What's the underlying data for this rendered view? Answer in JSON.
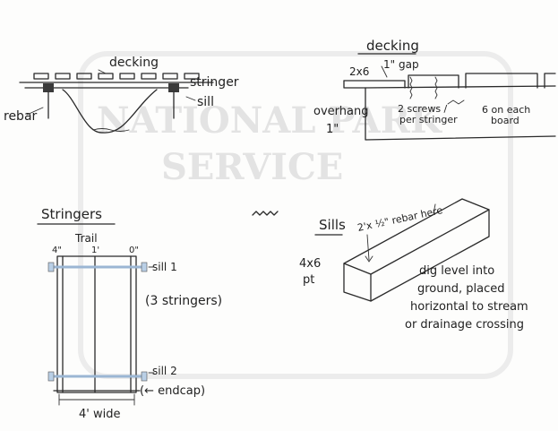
{
  "watermark": {
    "line1": "NATIONAL PARK",
    "line2": "SERVICE"
  },
  "cross_section": {
    "decking": "decking",
    "stringer": "stringer",
    "rebar": "rebar",
    "sill": "sill"
  },
  "decking_detail": {
    "title": "decking",
    "board": "2x6",
    "gap": "1\" gap",
    "overhang": "overhang",
    "overhang_size": "1\"",
    "screws_line1": "2 screws /",
    "screws_line2": "per stringer",
    "each_line1": "6 on each",
    "each_line2": "board"
  },
  "stringers": {
    "title": "Stringers",
    "trail": "Trail",
    "dim_left": "4\"",
    "dim_mid": "1'",
    "dim_right": "0\"",
    "sill1": "sill 1",
    "sill2": "sill 2",
    "count": "(3 stringers)",
    "endcap": "(← endcap)",
    "width": "4' wide"
  },
  "sills": {
    "title": "Sills",
    "rebar": "2'x ½\" rebar here",
    "size": "4x6",
    "treat": "pt",
    "note1": "dig level into",
    "note2": "ground, placed",
    "note3": "horizontal to stream",
    "note4": "or drainage crossing"
  }
}
